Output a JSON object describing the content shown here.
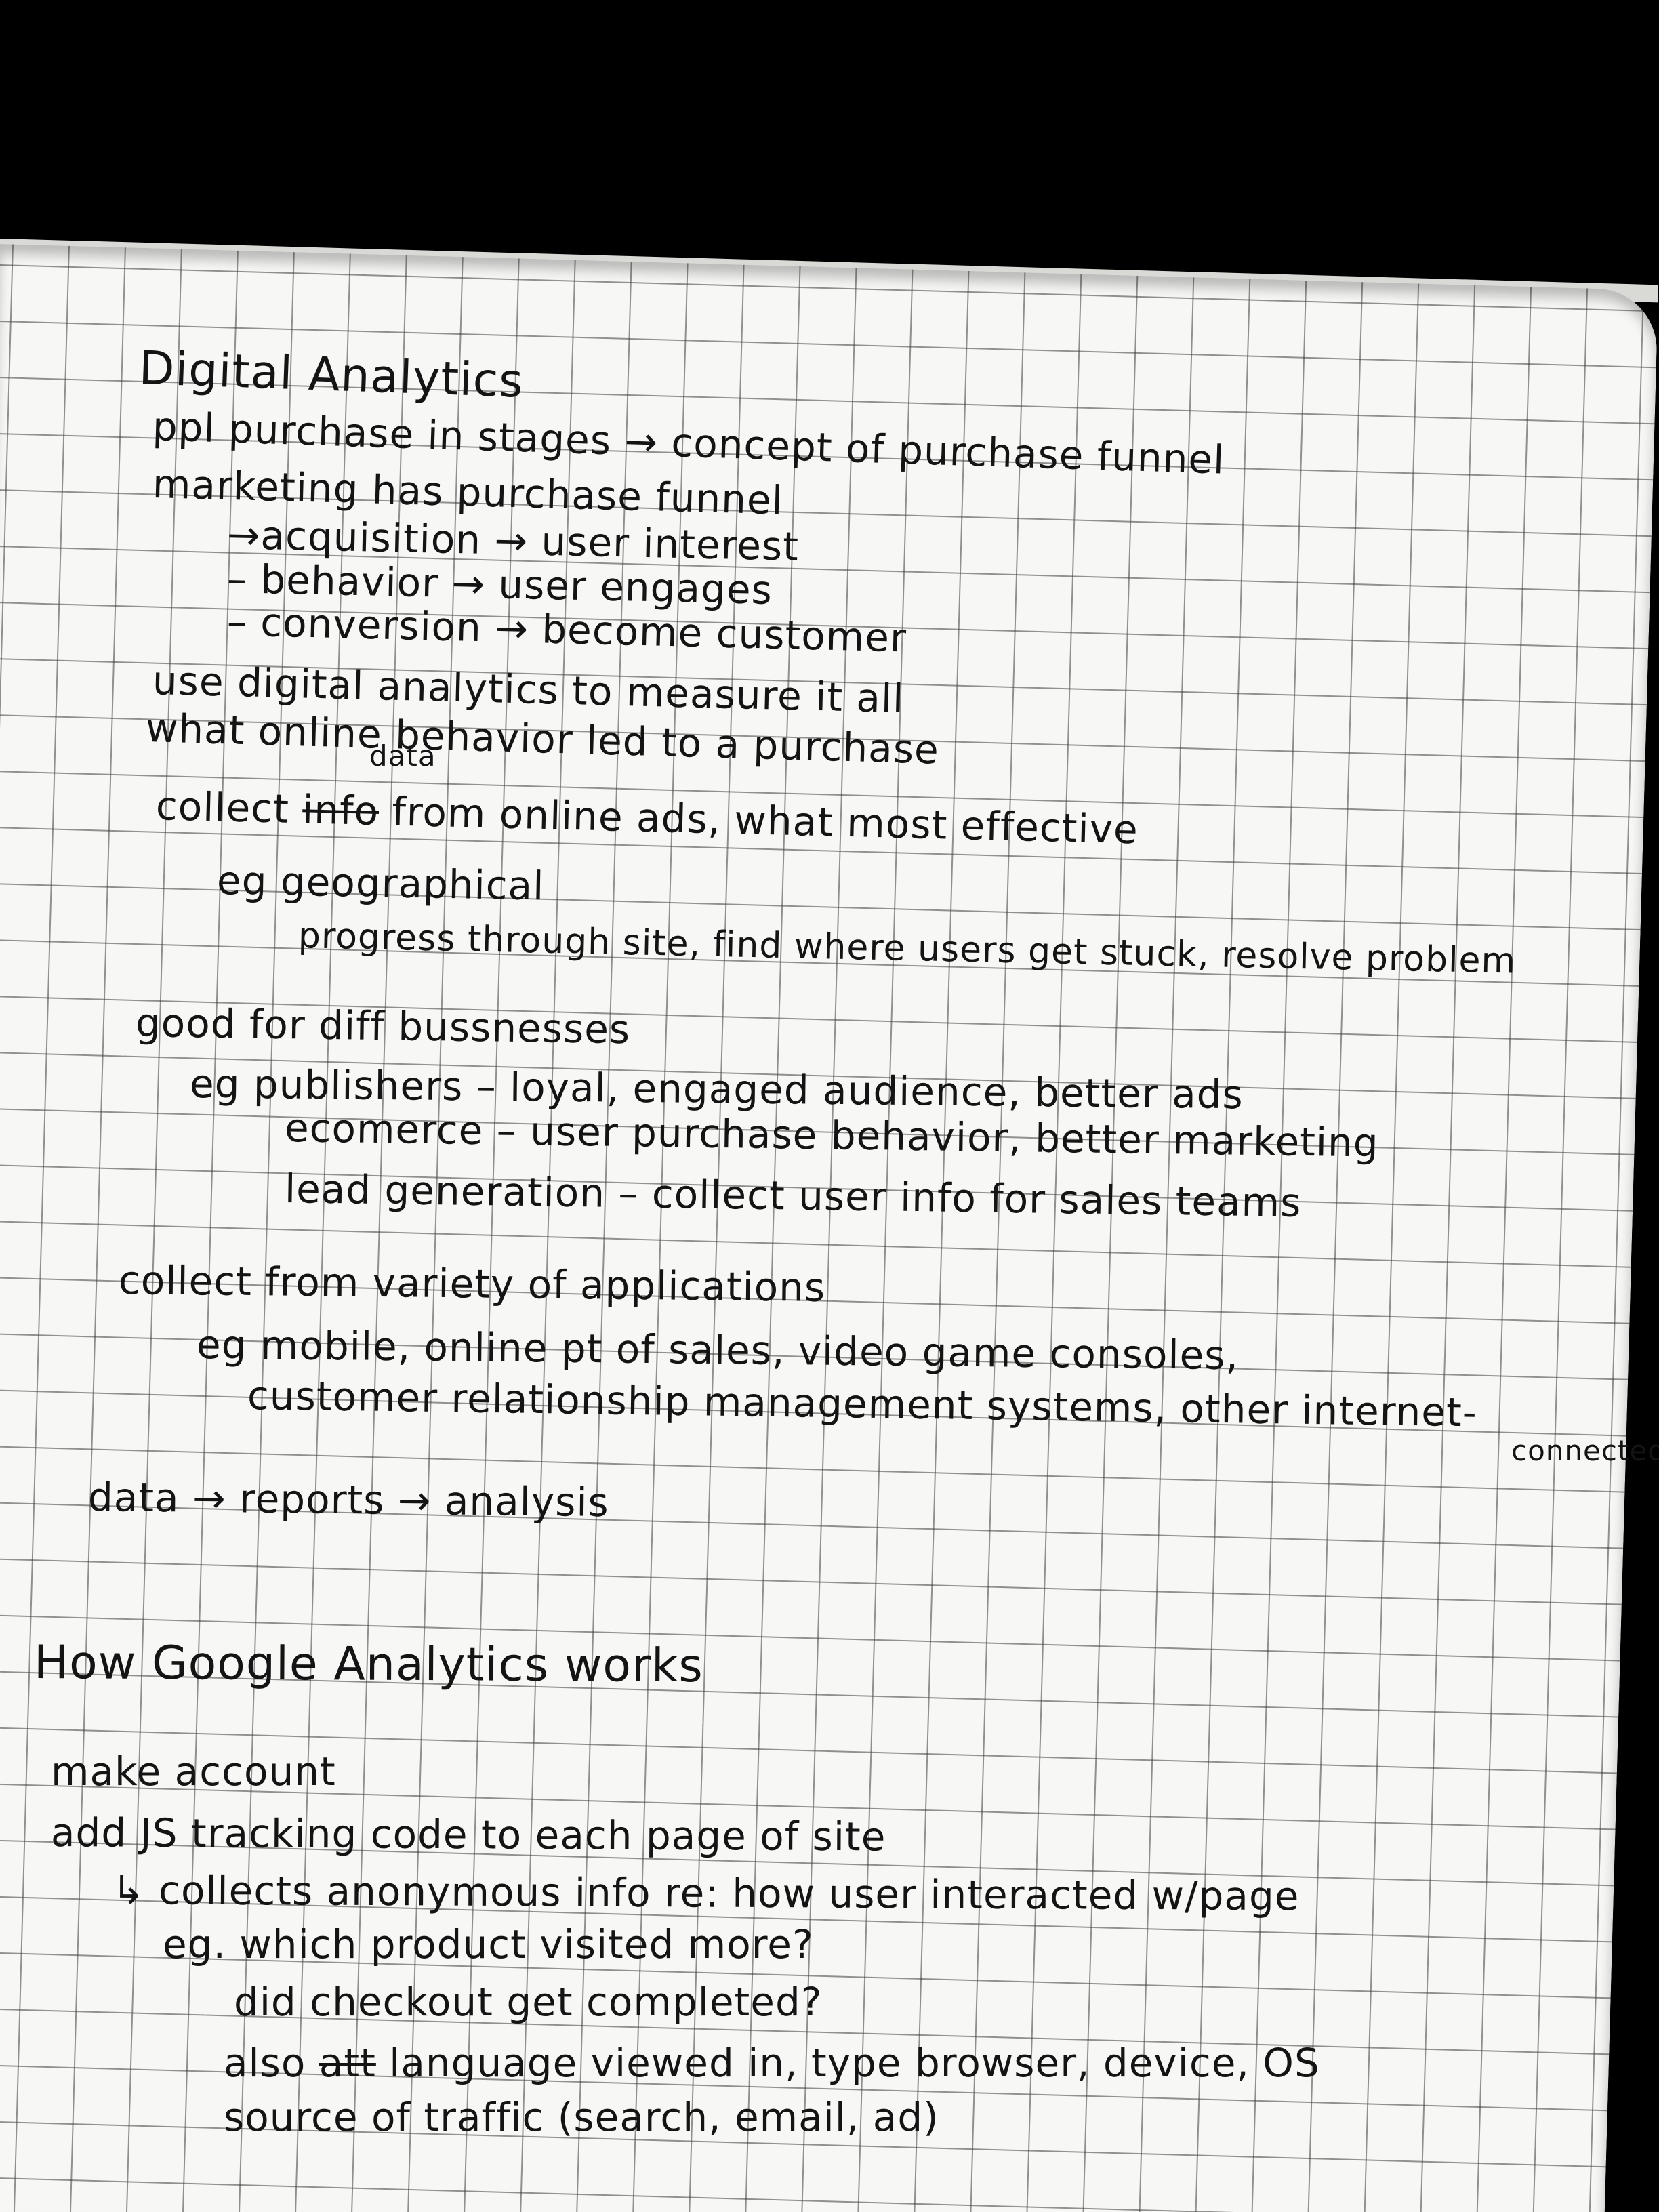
{
  "notes": {
    "section1": {
      "title": "Digital Analytics",
      "l1": "ppl purchase in stages → concept of purchase funnel",
      "l2": "marketing has purchase funnel",
      "l3": "→acquisition → user interest",
      "l4": "– behavior → user engages",
      "l5": "– conversion → become customer",
      "l6": "use digital analytics to measure it all",
      "l7": "what online behavior led to a purchase",
      "l8_insert": "data",
      "l8_prefix": "collect",
      "l8_struck": "info",
      "l8_rest": "from online ads, what most effective",
      "l9": "eg geographical",
      "l10": "progress through site, find where users get stuck, resolve problem",
      "l11": "good for diff bussnesses",
      "l12": "eg publishers – loyal, engaged audience, better ads",
      "l13": "ecomerce – user purchase behavior, better marketing",
      "l14": "lead generation – collect user info for sales teams",
      "l15": "collect from variety of applications",
      "l16": "eg mobile, online pt of sales, video game consoles,",
      "l17": "customer relationship management systems, other internet-",
      "l17b": "connected",
      "l18": "data → reports → analysis"
    },
    "section2": {
      "title": "How Google Analytics works",
      "l1": "make account",
      "l2": "add JS tracking code to each page of site",
      "l3": "↳ collects anonymous info re: how user interacted w/page",
      "l4": "eg. which product visited more?",
      "l5": "did checkout get completed?",
      "l6_prefix": "also",
      "l6_struck": "att",
      "l6_rest": "language viewed in, type browser, device, OS",
      "l7": "source of traffic (search, email, ad)"
    }
  }
}
